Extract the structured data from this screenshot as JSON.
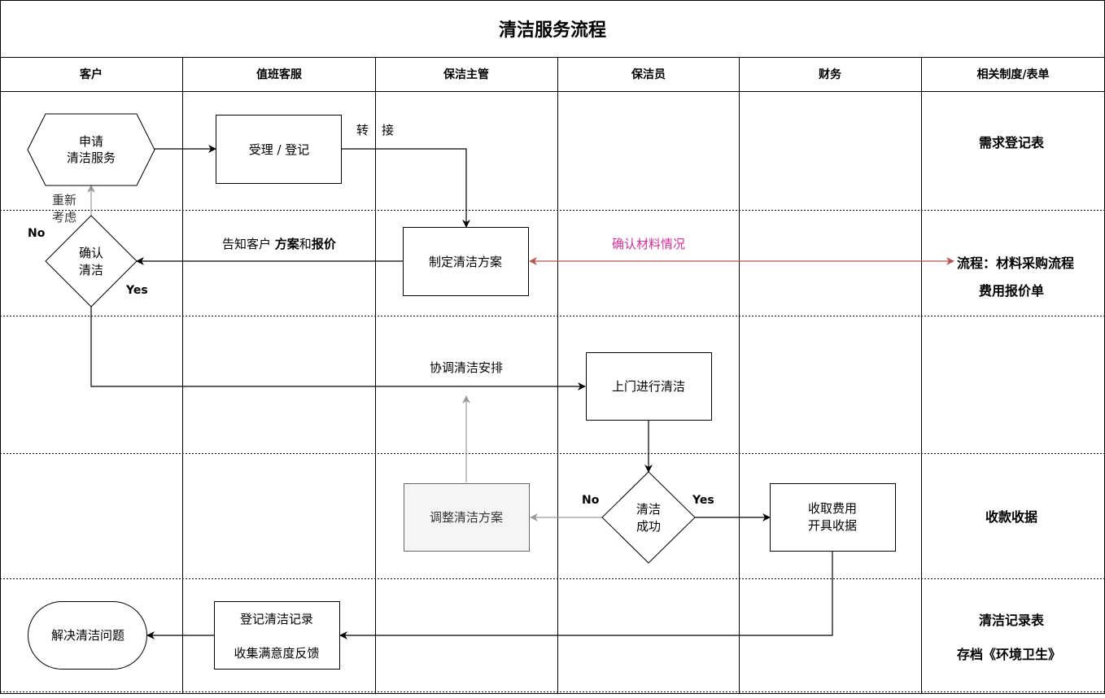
{
  "title": "清洁服务流程",
  "lanes": [
    "客户",
    "值班客服",
    "保洁主管",
    "保洁员",
    "财务",
    "相关制度/表单"
  ],
  "nodes": {
    "apply": [
      "申请",
      "清洁服务"
    ],
    "register": "受理 / 登记",
    "make_plan": "制定清洁方案",
    "confirm": [
      "确认",
      "清洁"
    ],
    "visit": "上门进行清洁",
    "adjust": "调整清洁方案",
    "success": [
      "清洁",
      "成功"
    ],
    "collect": [
      "收取费用",
      "开具收据"
    ],
    "record": [
      "登记清洁记录",
      "收集满意度反馈"
    ],
    "resolve": "解决清洁问题"
  },
  "edge_labels": {
    "transfer_a": "转",
    "transfer_b": "接",
    "reconsider": [
      "重新",
      "考虑"
    ],
    "no_left": "No",
    "yes_left": "Yes",
    "inform_prefix": "告知客户 ",
    "inform_plan": "方案",
    "inform_and": "和",
    "inform_quote": "报价",
    "confirm_materials": "确认材料情况",
    "coordinate": "协调清洁安排",
    "no_right": "No",
    "yes_right": "Yes"
  },
  "forms": {
    "demand": "需求登记表",
    "material_process": "流程：材料采购流程",
    "quote_sheet": "费用报价单",
    "receipt": "收款收据",
    "record_sheet": "清洁记录表",
    "archive": "存档《环境卫生》"
  },
  "colors": {
    "line": "#000000",
    "grey_arrow": "#999999",
    "materials_text": "#cc3399",
    "materials_line": "#b85450",
    "adjust_fill": "#f5f5f5",
    "adjust_stroke": "#666666",
    "adjust_text": "#333333"
  }
}
